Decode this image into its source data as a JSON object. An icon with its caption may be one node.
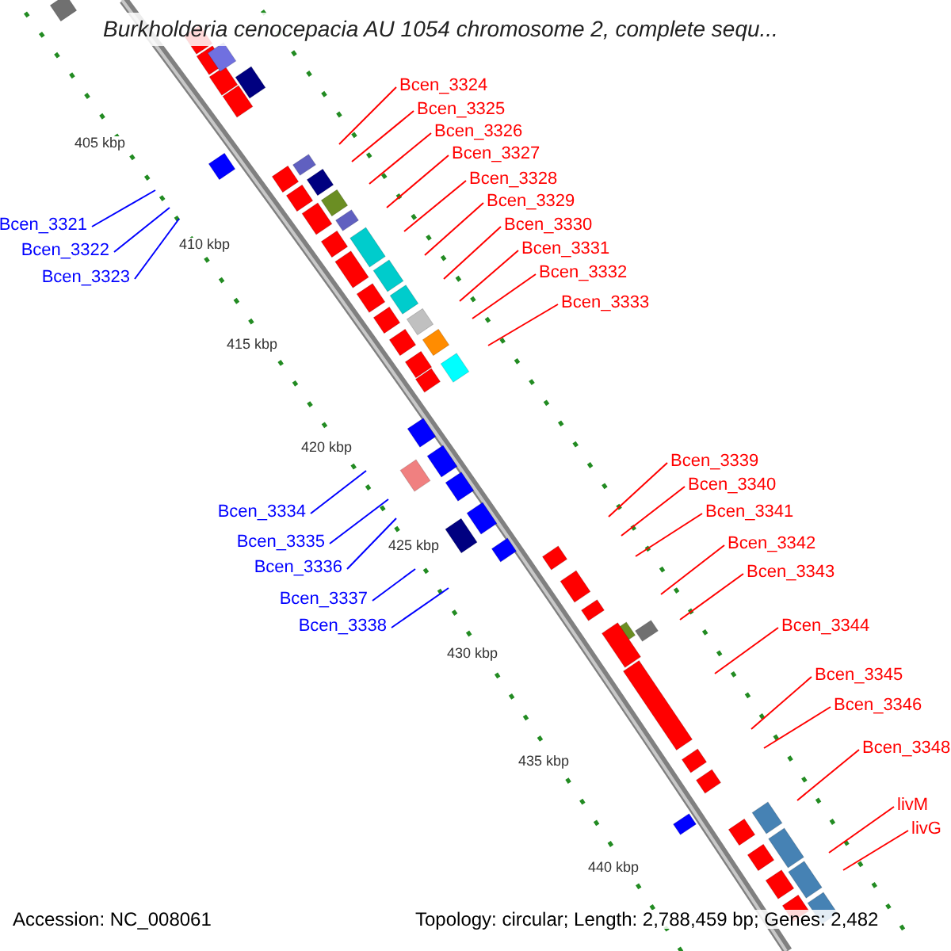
{
  "diagram": {
    "title": "Burkholderia cenocepacia AU 1054 chromosome 2, complete sequ...",
    "nodes": [
      {
        "text": [
          "Bcen_3321"
        ]
      },
      {
        "text": [
          "Bcen_3322"
        ]
      },
      {
        "text": [
          "Bcen_3323"
        ]
      },
      {
        "text": [
          "Bcen_3324"
        ]
      },
      {
        "text": [
          "Bcen_3325"
        ]
      },
      {
        "text": [
          "Bcen_3326"
        ]
      },
      {
        "text": [
          "Bcen_3327"
        ]
      },
      {
        "text": [
          "Bcen_3328"
        ]
      },
      {
        "text": [
          "Bcen_3329"
        ]
      },
      {
        "text": [
          "Bcen_3330"
        ]
      },
      {
        "text": [
          "Bcen_3331"
        ]
      },
      {
        "text": [
          "Bcen_3332"
        ]
      },
      {
        "text": [
          "Bcen_3333"
        ]
      },
      {
        "text": [
          "Bcen_3334"
        ]
      },
      {
        "text": [
          "Bcen_3335"
        ]
      },
      {
        "text": [
          "Bcen_3336"
        ]
      },
      {
        "text": [
          "Bcen_3337"
        ]
      },
      {
        "text": [
          "Bcen_3338"
        ]
      },
      {
        "text": [
          "Bcen_3339"
        ]
      },
      {
        "text": [
          "Bcen_3340"
        ]
      },
      {
        "text": [
          "Bcen_3341"
        ]
      },
      {
        "text": [
          "Bcen_3342"
        ]
      },
      {
        "text": [
          "Bcen_3343"
        ]
      },
      {
        "text": [
          "Bcen_3344"
        ]
      },
      {
        "text": [
          "Bcen_3345"
        ]
      },
      {
        "text": [
          "Bcen_3346"
        ]
      },
      {
        "text": [
          "Bcen_3348"
        ]
      },
      {
        "text": [
          "livM"
        ]
      },
      {
        "text": [
          "livG"
        ]
      }
    ],
    "edges": [
      {
        "from": 0,
        "to": null,
        "arrow": "none",
        "color": "#0000ff"
      },
      {
        "from": 1,
        "to": null,
        "arrow": "none",
        "color": "#0000ff"
      },
      {
        "from": 2,
        "to": null,
        "arrow": "none",
        "color": "#0000ff"
      },
      {
        "from": 3,
        "to": null,
        "arrow": "none"
      },
      {
        "from": 4,
        "to": null,
        "arrow": "none"
      },
      {
        "from": 5,
        "to": null,
        "arrow": "none"
      },
      {
        "from": 6,
        "to": null,
        "arrow": "none"
      },
      {
        "from": 7,
        "to": null,
        "arrow": "none"
      },
      {
        "from": 8,
        "to": null,
        "arrow": "none"
      },
      {
        "from": 9,
        "to": null,
        "arrow": "none"
      },
      {
        "from": 10,
        "to": null,
        "arrow": "none"
      },
      {
        "from": 11,
        "to": null,
        "arrow": "none"
      },
      {
        "from": 12,
        "to": null,
        "arrow": "none"
      },
      {
        "from": 13,
        "to": null,
        "arrow": "none",
        "color": "#0000ff"
      },
      {
        "from": 14,
        "to": null,
        "arrow": "none",
        "color": "#0000ff"
      },
      {
        "from": 15,
        "to": null,
        "arrow": "none",
        "color": "#0000ff"
      },
      {
        "from": 16,
        "to": null,
        "arrow": "none",
        "color": "#0000ff"
      },
      {
        "from": 17,
        "to": null,
        "arrow": "none",
        "color": "#0000ff"
      },
      {
        "from": 18,
        "to": null,
        "arrow": "none"
      },
      {
        "from": 19,
        "to": null,
        "arrow": "none"
      },
      {
        "from": 20,
        "to": null,
        "arrow": "none"
      },
      {
        "from": 21,
        "to": null,
        "arrow": "none"
      },
      {
        "from": 22,
        "to": null,
        "arrow": "none"
      },
      {
        "from": 23,
        "to": null,
        "arrow": "none"
      },
      {
        "from": 24,
        "to": null,
        "arrow": "none"
      },
      {
        "from": 25,
        "to": null,
        "arrow": "none"
      },
      {
        "from": 26,
        "to": null,
        "arrow": "none"
      },
      {
        "from": 27,
        "to": null,
        "arrow": "none"
      },
      {
        "from": 28,
        "to": null,
        "arrow": "none"
      }
    ],
    "labels": [
      "405 kbp",
      "410 kbp",
      "415 kbp",
      "420 kbp",
      "425 kbp",
      "430 kbp",
      "435 kbp",
      "440 kbp",
      "Accession: NC_008061",
      "Topology: circular; Length: 2,788,459 bp; Genes: 2,482"
    ]
  }
}
